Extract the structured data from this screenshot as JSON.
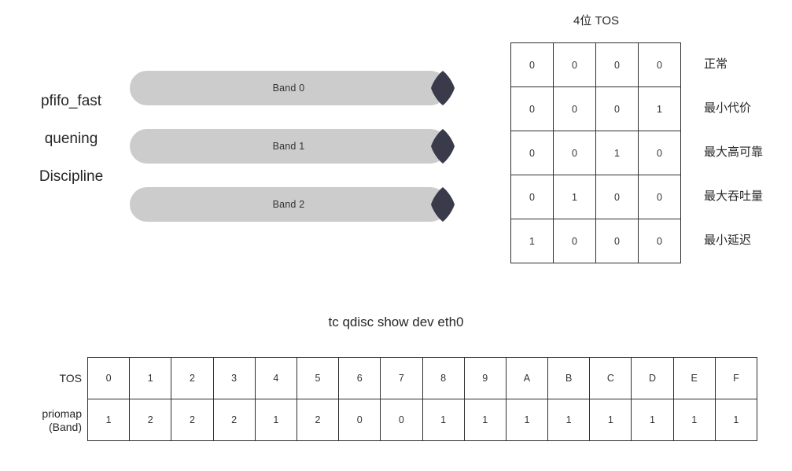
{
  "discipline": {
    "labels": [
      "pfifo_fast",
      "quening",
      "Discipline"
    ]
  },
  "bands": {
    "items": [
      {
        "label": "Band 0"
      },
      {
        "label": "Band 1"
      },
      {
        "label": "Band 2"
      }
    ],
    "fill_color": "#cccccc",
    "cap_color": "#393a4a"
  },
  "tos": {
    "title": "4位 TOS",
    "rows": [
      {
        "bits": [
          "0",
          "0",
          "0",
          "0"
        ],
        "meaning": "正常"
      },
      {
        "bits": [
          "0",
          "0",
          "0",
          "1"
        ],
        "meaning": "最小代价"
      },
      {
        "bits": [
          "0",
          "0",
          "1",
          "0"
        ],
        "meaning": "最大高可靠"
      },
      {
        "bits": [
          "0",
          "1",
          "0",
          "0"
        ],
        "meaning": "最大吞吐量"
      },
      {
        "bits": [
          "1",
          "0",
          "0",
          "0"
        ],
        "meaning": "最小延迟"
      }
    ]
  },
  "priomap": {
    "title": "tc qdisc show dev eth0",
    "row_labels": [
      {
        "line1": "TOS",
        "line2": ""
      },
      {
        "line1": "priomap",
        "line2": "(Band)"
      }
    ],
    "tos_values": [
      "0",
      "1",
      "2",
      "3",
      "4",
      "5",
      "6",
      "7",
      "8",
      "9",
      "A",
      "B",
      "C",
      "D",
      "E",
      "F"
    ],
    "band_values": [
      "1",
      "2",
      "2",
      "2",
      "1",
      "2",
      "0",
      "0",
      "1",
      "1",
      "1",
      "1",
      "1",
      "1",
      "1",
      "1"
    ]
  }
}
